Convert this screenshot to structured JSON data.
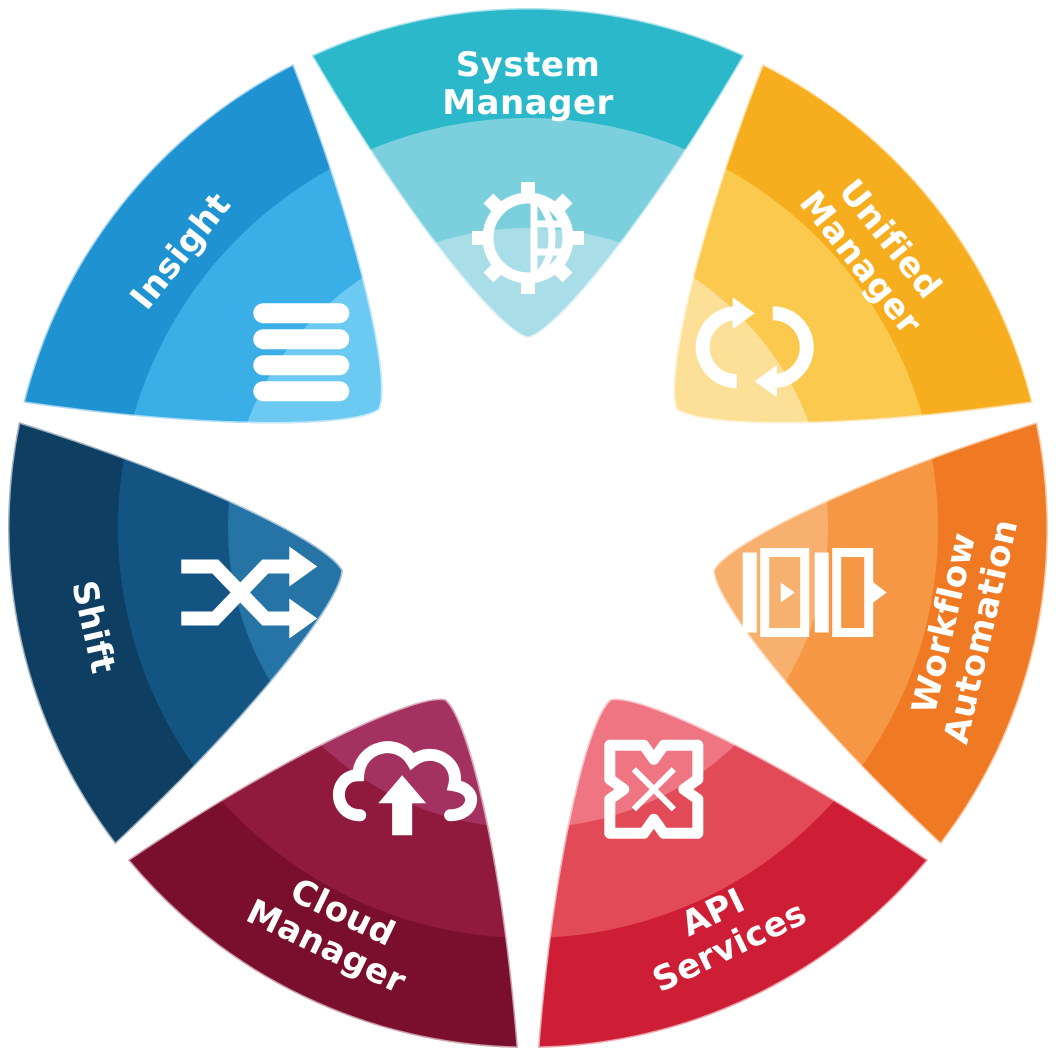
{
  "segments": [
    {
      "id": "system-manager",
      "lines": [
        "System",
        "Manager"
      ],
      "icon": "gear-globe-icon",
      "colors": [
        "#2CB8CB",
        "#7CD0DE",
        "#A9DDE8"
      ]
    },
    {
      "id": "unified-manager",
      "lines": [
        "Unified",
        "Manager"
      ],
      "icon": "sync-arrows-icon",
      "colors": [
        "#F7AE1E",
        "#FBC94E",
        "#FCE097"
      ]
    },
    {
      "id": "workflow-automation",
      "lines": [
        "Workflow",
        "Automation"
      ],
      "icon": "workflow-pipeline-icon",
      "colors": [
        "#F07A24",
        "#F59744",
        "#F7B06E"
      ]
    },
    {
      "id": "api-services",
      "lines": [
        "API",
        "Services"
      ],
      "icon": "api-exchange-icon",
      "colors": [
        "#CE1E36",
        "#E24A57",
        "#EE7581"
      ]
    },
    {
      "id": "cloud-manager",
      "lines": [
        "Cloud",
        "Manager"
      ],
      "icon": "cloud-upload-icon",
      "colors": [
        "#7A0F2D",
        "#8F1A3D",
        "#A43260"
      ]
    },
    {
      "id": "shift",
      "lines": [
        "Shift"
      ],
      "icon": "shuffle-icon",
      "colors": [
        "#0E3E62",
        "#145483",
        "#2673A6"
      ]
    },
    {
      "id": "insight",
      "lines": [
        "Insight"
      ],
      "icon": "database-icon",
      "colors": [
        "#1F93D2",
        "#3AAEE7",
        "#6CC9F2"
      ]
    }
  ]
}
